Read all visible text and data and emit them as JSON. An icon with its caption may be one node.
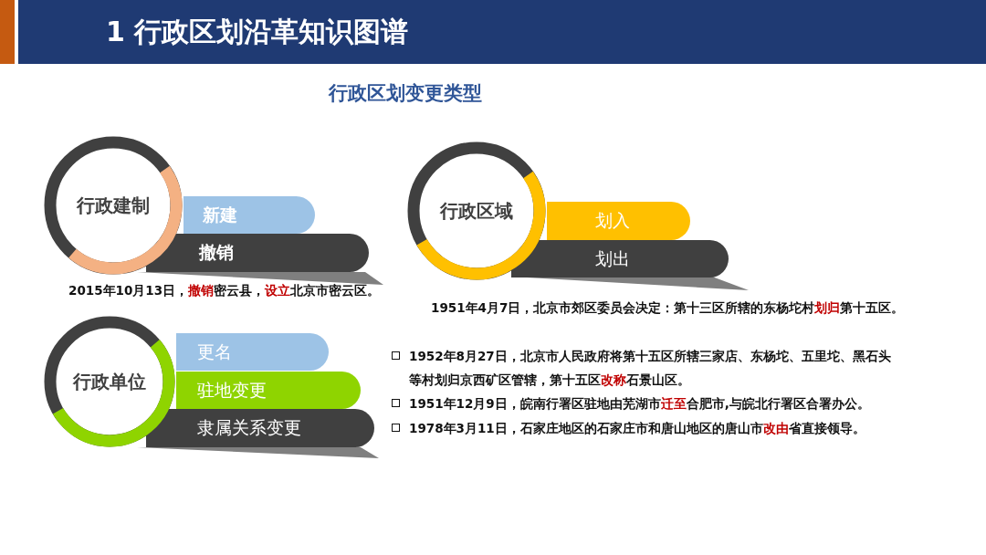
{
  "diagram": {
    "title": "1 行政区划沿革知识图谱",
    "nodes": [
      {
        "text": [
          "行政建制"
        ]
      },
      {
        "text": [
          "新建"
        ]
      },
      {
        "text": [
          "撤销"
        ]
      },
      {
        "text": [
          "行政区域"
        ]
      },
      {
        "text": [
          "划入"
        ]
      },
      {
        "text": [
          "划出"
        ]
      },
      {
        "text": [
          "行政单位"
        ]
      },
      {
        "text": [
          "更名"
        ]
      },
      {
        "text": [
          "驻地变更"
        ]
      },
      {
        "text": [
          "隶属关系变更"
        ]
      }
    ],
    "labels": [
      "行政区划变更类型",
      "2015年10月13日，**撤销**密云县，**设立**北京市密云区。",
      "1951年4月7日，北京市郊区委员会决定：第十三区所辖的东杨坨村**划归**第十五区。",
      "1952年8月27日，北京市人民政府将第十五区所辖三家店、东杨坨、五里坨、黑石头等村划归京西矿区管辖，第十五区**改称**石景山区。",
      "1951年12月9日，皖南行署区驻地由芜湖市**迁至**合肥市,与皖北行署区合署办公。",
      "1978年3月11日，石家庄地区的石家庄市和唐山地区的唐山市**改由**省直接领导。"
    ]
  }
}
